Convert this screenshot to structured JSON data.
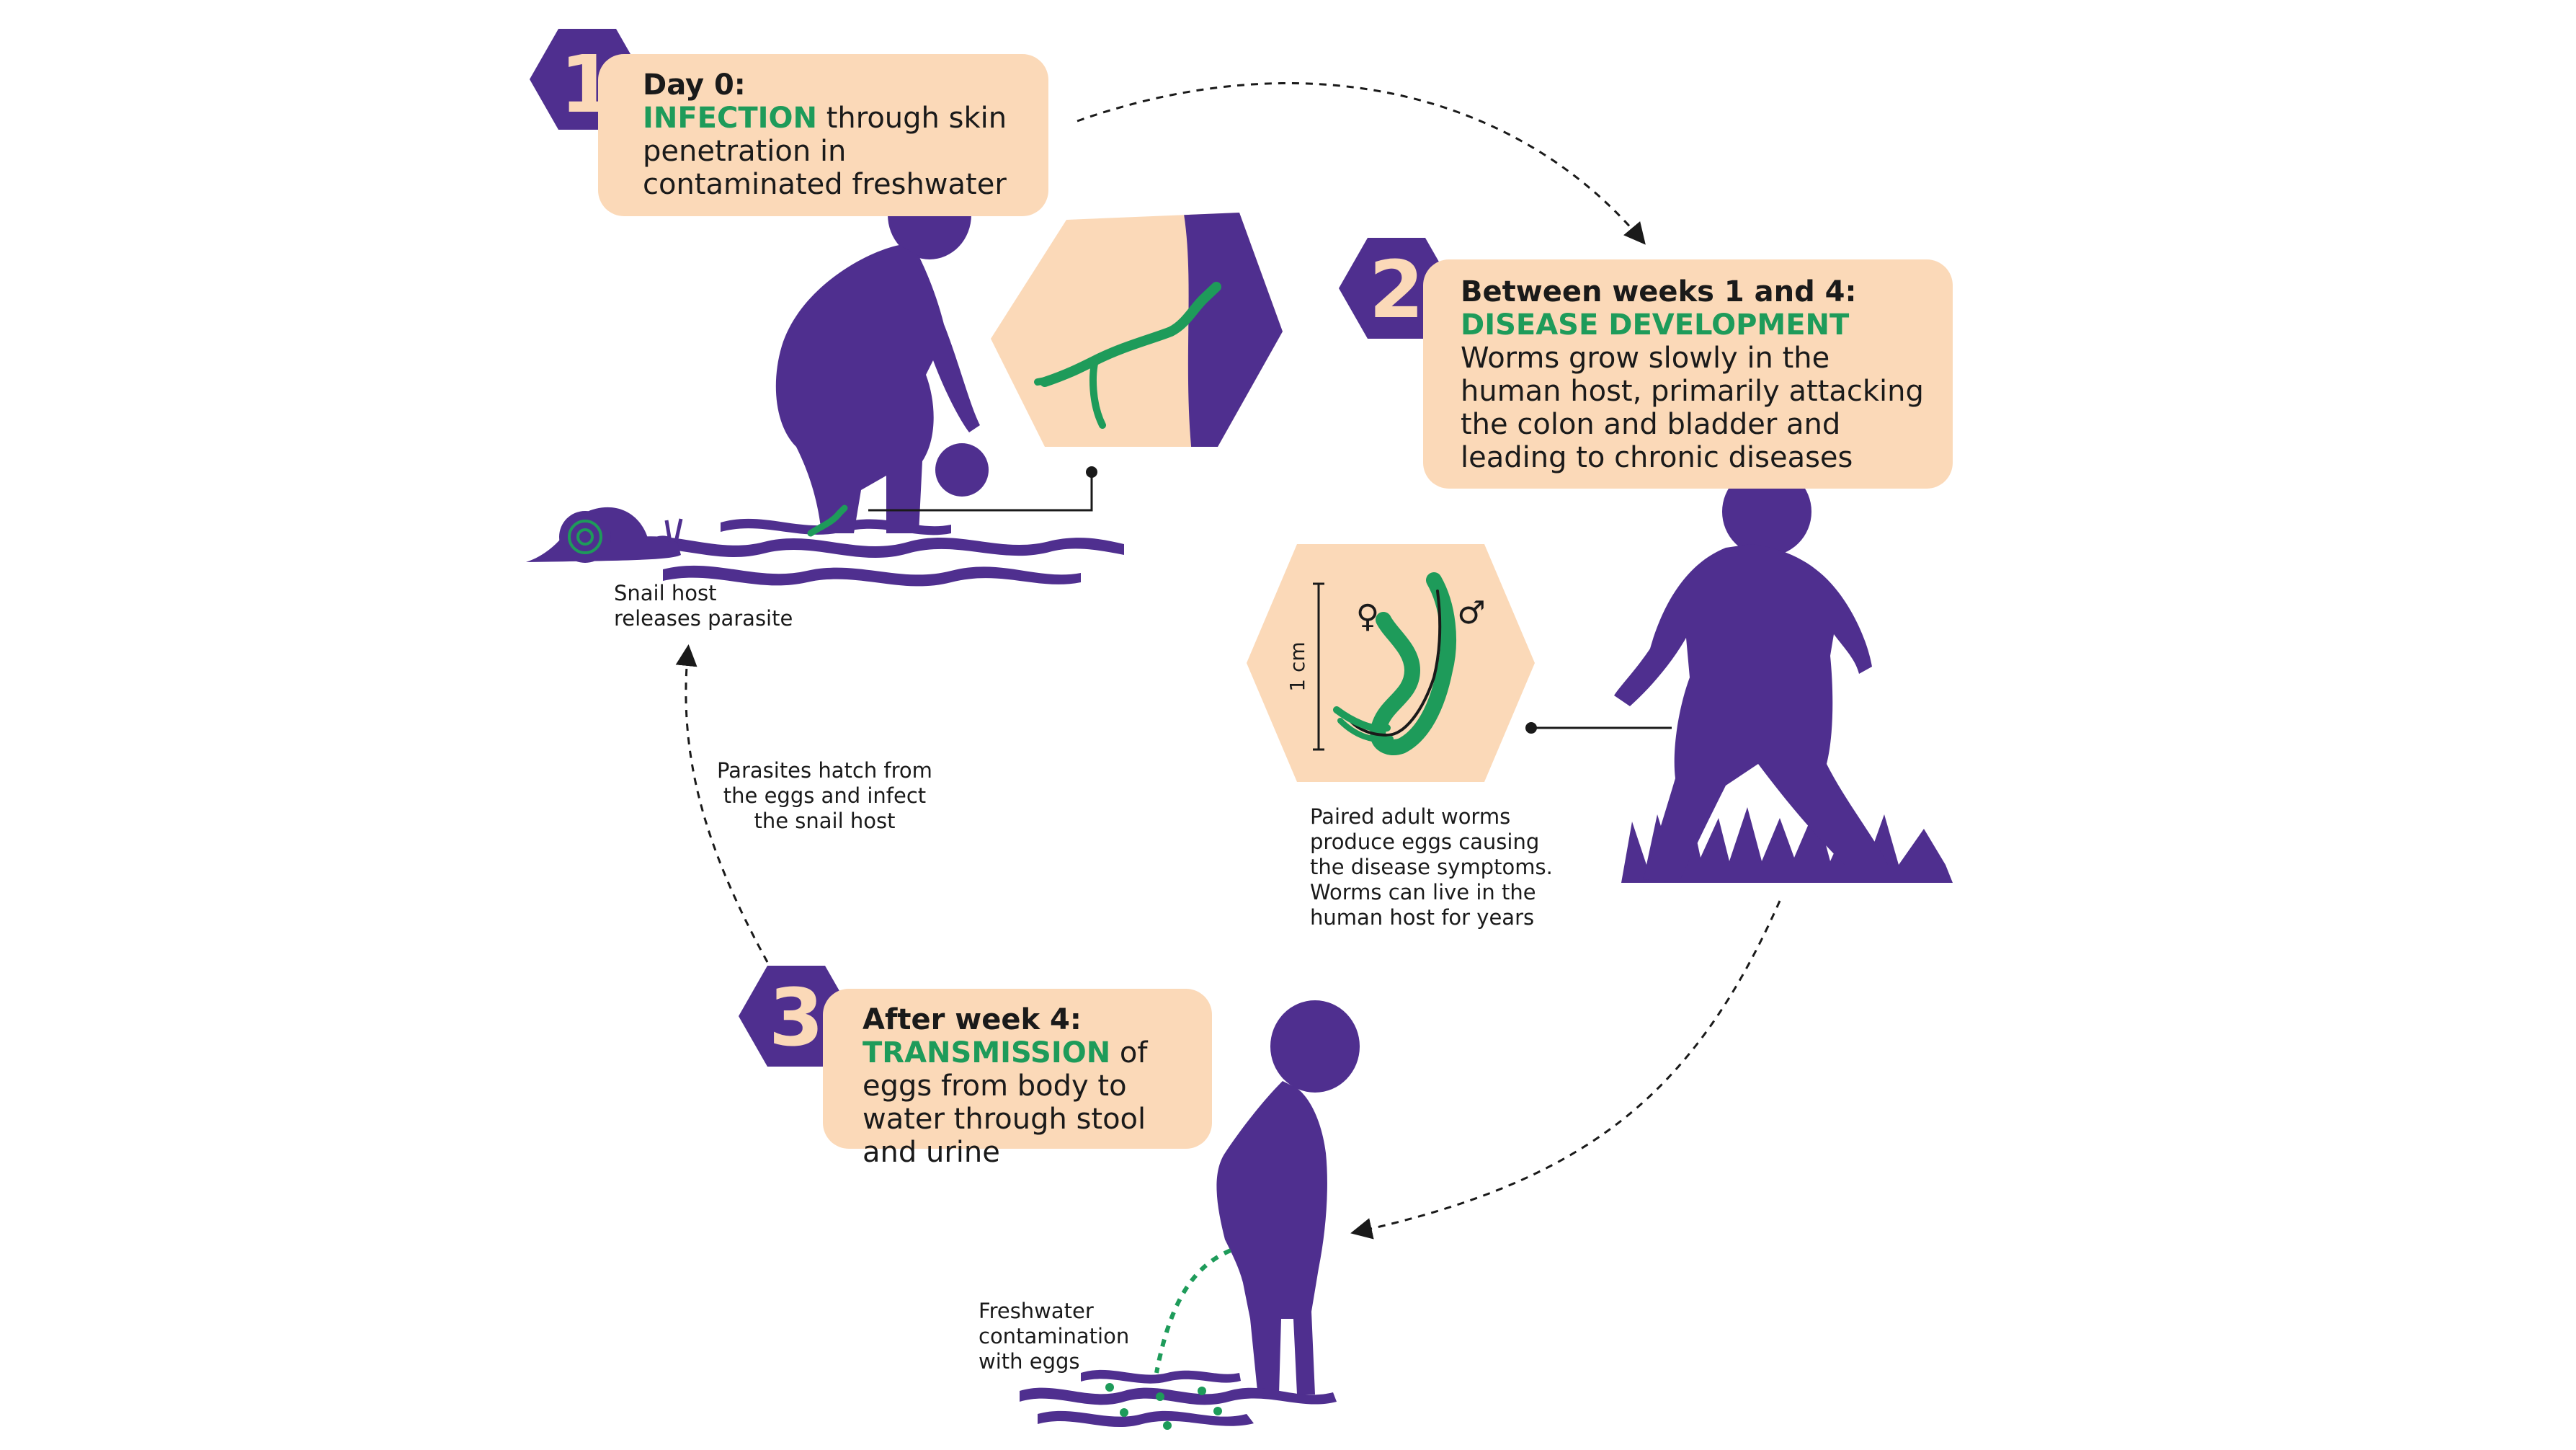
{
  "colors": {
    "purple": "#4f2f8f",
    "green": "#1e9b5a",
    "peach": "#fbd9b8",
    "text": "#1a1a1a"
  },
  "steps": [
    {
      "number": "1",
      "heading": "Day 0:",
      "keyword": "INFECTION",
      "rest": "through skin penetration in contaminated freshwater"
    },
    {
      "number": "2",
      "heading": "Between weeks 1 and 4:",
      "keyword": "DISEASE DEVELOPMENT",
      "rest": "Worms grow slowly in the human host, primarily attacking the colon and bladder and leading to chronic diseases"
    },
    {
      "number": "3",
      "heading": "After week 4:",
      "keyword": "TRANSMISSION",
      "rest": "of eggs from body to water through stool and urine"
    }
  ],
  "captions": {
    "snail": [
      "Snail host",
      "releases parasite"
    ],
    "hatch": [
      "Parasites hatch from",
      "the eggs and infect",
      "the snail host"
    ],
    "worms": [
      "Paired adult worms",
      "produce eggs causing",
      "the disease symptoms.",
      "Worms can live in the",
      "human host for years"
    ],
    "freshwater": [
      "Freshwater",
      "contamination",
      "with eggs"
    ]
  },
  "scale_label": "1 cm",
  "symbols": {
    "female": "♀",
    "male": "♂"
  },
  "icons": [
    "child-playing-ball-silhouette",
    "child-walking-silhouette",
    "child-standing-silhouette",
    "snail-icon",
    "worm-pair-icon",
    "cercaria-icon",
    "water-waves",
    "grass"
  ]
}
